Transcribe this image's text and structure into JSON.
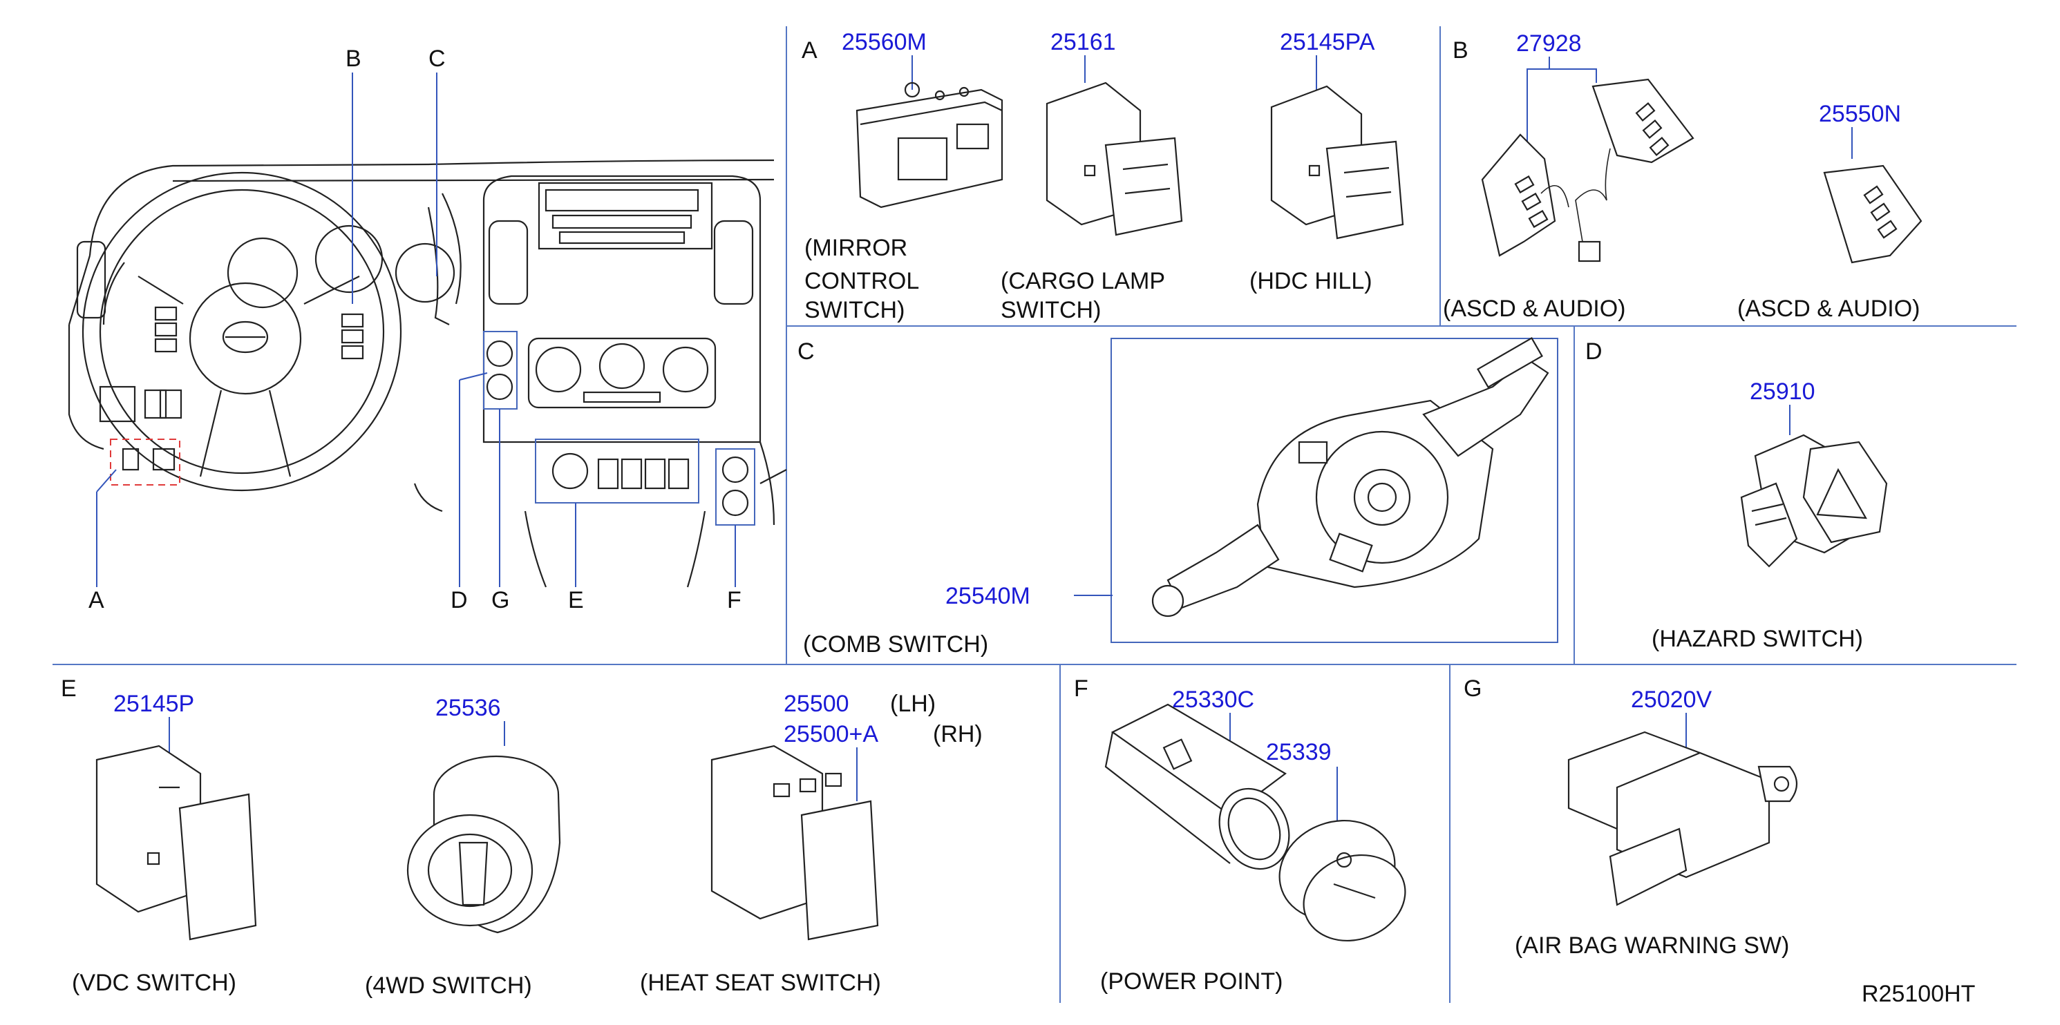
{
  "overview": {
    "callouts": [
      "A",
      "B",
      "C",
      "D",
      "G",
      "E",
      "F"
    ]
  },
  "sections": {
    "A": {
      "letter": "A",
      "parts": [
        {
          "number": "25560M",
          "caption": [
            "(MIRROR",
            "CONTROL",
            "SWITCH)"
          ]
        },
        {
          "number": "25161",
          "caption": [
            "(CARGO  LAMP",
            "SWITCH)"
          ]
        },
        {
          "number": "25145PA",
          "caption": [
            "(HDC  HILL)"
          ]
        }
      ]
    },
    "B": {
      "letter": "B",
      "parts": [
        {
          "number": "27928",
          "caption": [
            "(ASCD  &  AUDIO)"
          ]
        },
        {
          "number": "25550N",
          "caption": [
            "(ASCD  &  AUDIO)"
          ]
        }
      ]
    },
    "C": {
      "letter": "C",
      "parts": [
        {
          "number": "25540M",
          "caption": [
            "(COMB  SWITCH)"
          ]
        }
      ]
    },
    "D": {
      "letter": "D",
      "parts": [
        {
          "number": "25910",
          "caption": [
            "(HAZARD  SWITCH)"
          ]
        }
      ]
    },
    "E": {
      "letter": "E",
      "parts": [
        {
          "number": "25145P",
          "caption": [
            "(VDC  SWITCH)"
          ]
        },
        {
          "number": "25536",
          "caption": [
            "(4WD  SWITCH)"
          ]
        },
        {
          "number": "25500",
          "side": "(LH)",
          "number2": "25500+A",
          "side2": "(RH)",
          "caption": [
            "(HEAT  SEAT  SWITCH)"
          ]
        }
      ]
    },
    "F": {
      "letter": "F",
      "parts": [
        {
          "number": "25330C",
          "caption": [
            "(POWER  POINT)"
          ]
        },
        {
          "number": "25339"
        }
      ]
    },
    "G": {
      "letter": "G",
      "parts": [
        {
          "number": "25020V",
          "caption": [
            "(AIR  BAG  WARNING  SW)"
          ]
        }
      ]
    }
  },
  "diagram_code": "R25100HT",
  "colors": {
    "part_number": "#1a1ad6",
    "divider": "#5577c4",
    "highlight_box": "#e03a3a",
    "text": "#111111"
  }
}
